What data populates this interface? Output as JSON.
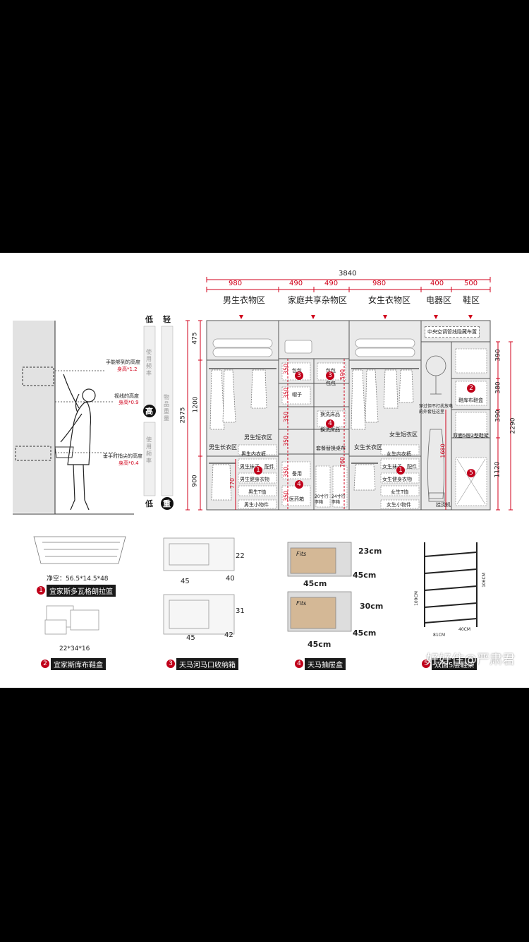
{
  "top_dimension": "3840",
  "zone_widths": [
    "980",
    "490",
    "490",
    "980",
    "400",
    "500"
  ],
  "zones": [
    "男生衣物区",
    "家庭共享杂物区",
    "女生衣物区",
    "电器区",
    "鞋区"
  ],
  "left_heights": [
    "475",
    "1200",
    "900",
    "2575"
  ],
  "inner_heights": [
    "350",
    "350",
    "350",
    "350",
    "350",
    "350",
    "590",
    "760",
    "770",
    "1680"
  ],
  "right_heights": [
    "390",
    "380",
    "390",
    "1120",
    "2290"
  ],
  "scale": {
    "low1": "低",
    "light": "轻",
    "high": "高",
    "low2": "低",
    "heavy": "重",
    "usage_freq_1": "使用频率",
    "item_weight": "物品重量",
    "usage_freq_2": "使用频率"
  },
  "body_notes": [
    {
      "line1": "手能够到的高度",
      "line2": "身高*1.2"
    },
    {
      "line1": "视线的高度",
      "line2": "身高*0.9"
    },
    {
      "line1": "垂手时指尖的高度",
      "line2": "身高*0.4"
    }
  ],
  "labels": {
    "men_long": "男生长衣区",
    "men_short": "男生短衣区",
    "men_underwear": "男生内衣裤",
    "men_socks": "男生袜子、配件",
    "men_fitness": "男生健身衣物",
    "men_t": "男生T恤",
    "men_small": "男生小物件",
    "bag1": "包包",
    "bag2": "包包",
    "bag3": "包包",
    "hat": "帽子",
    "bedding1": "换洗床品",
    "bedding2": "换洗床品",
    "tableware": "套餐替换桌布",
    "spare": "备用",
    "medicine": "医药箱",
    "luggage1": "20寸行李箱",
    "luggage2": "24寸行李箱",
    "women_long": "女生长衣区",
    "women_short": "女生短衣区",
    "women_underwear": "女生内衣裤",
    "women_socks": "女生袜子、配件",
    "women_fitness": "女生健身衣物",
    "women_t": "女生T恤",
    "women_small": "女生小物件",
    "ac": "中央空调管线隐藏布置",
    "fan_note": "穿过但不打扰放电的外套挂这里",
    "iron": "挂烫机",
    "shoe_box": "鞋库布鞋盒",
    "shoe_rack": "双面5层2型鞋架"
  },
  "products": [
    {
      "num": "1",
      "name": "宜家斯多瓦格朗拉篮",
      "dims": [
        "净空：56.5*14.5*48"
      ]
    },
    {
      "num": "2",
      "name": "宜家斯库布鞋盒",
      "dims": [
        "22*34*16"
      ]
    },
    {
      "num": "3",
      "name": "天马河马口收纳箱",
      "dims": [
        "22",
        "45",
        "40",
        "31",
        "45",
        "42"
      ]
    },
    {
      "num": "4",
      "name": "天马抽屉盒",
      "dims": [
        "23cm",
        "45cm",
        "45cm",
        "30cm",
        "45cm",
        "45cm"
      ]
    },
    {
      "num": "5",
      "name": "双面5层鞋架",
      "dims": [
        "81CM",
        "40CM",
        "109CM",
        "106CM"
      ]
    }
  ],
  "drawer_brand": "Fits",
  "watermark": "好好住@严肃君"
}
